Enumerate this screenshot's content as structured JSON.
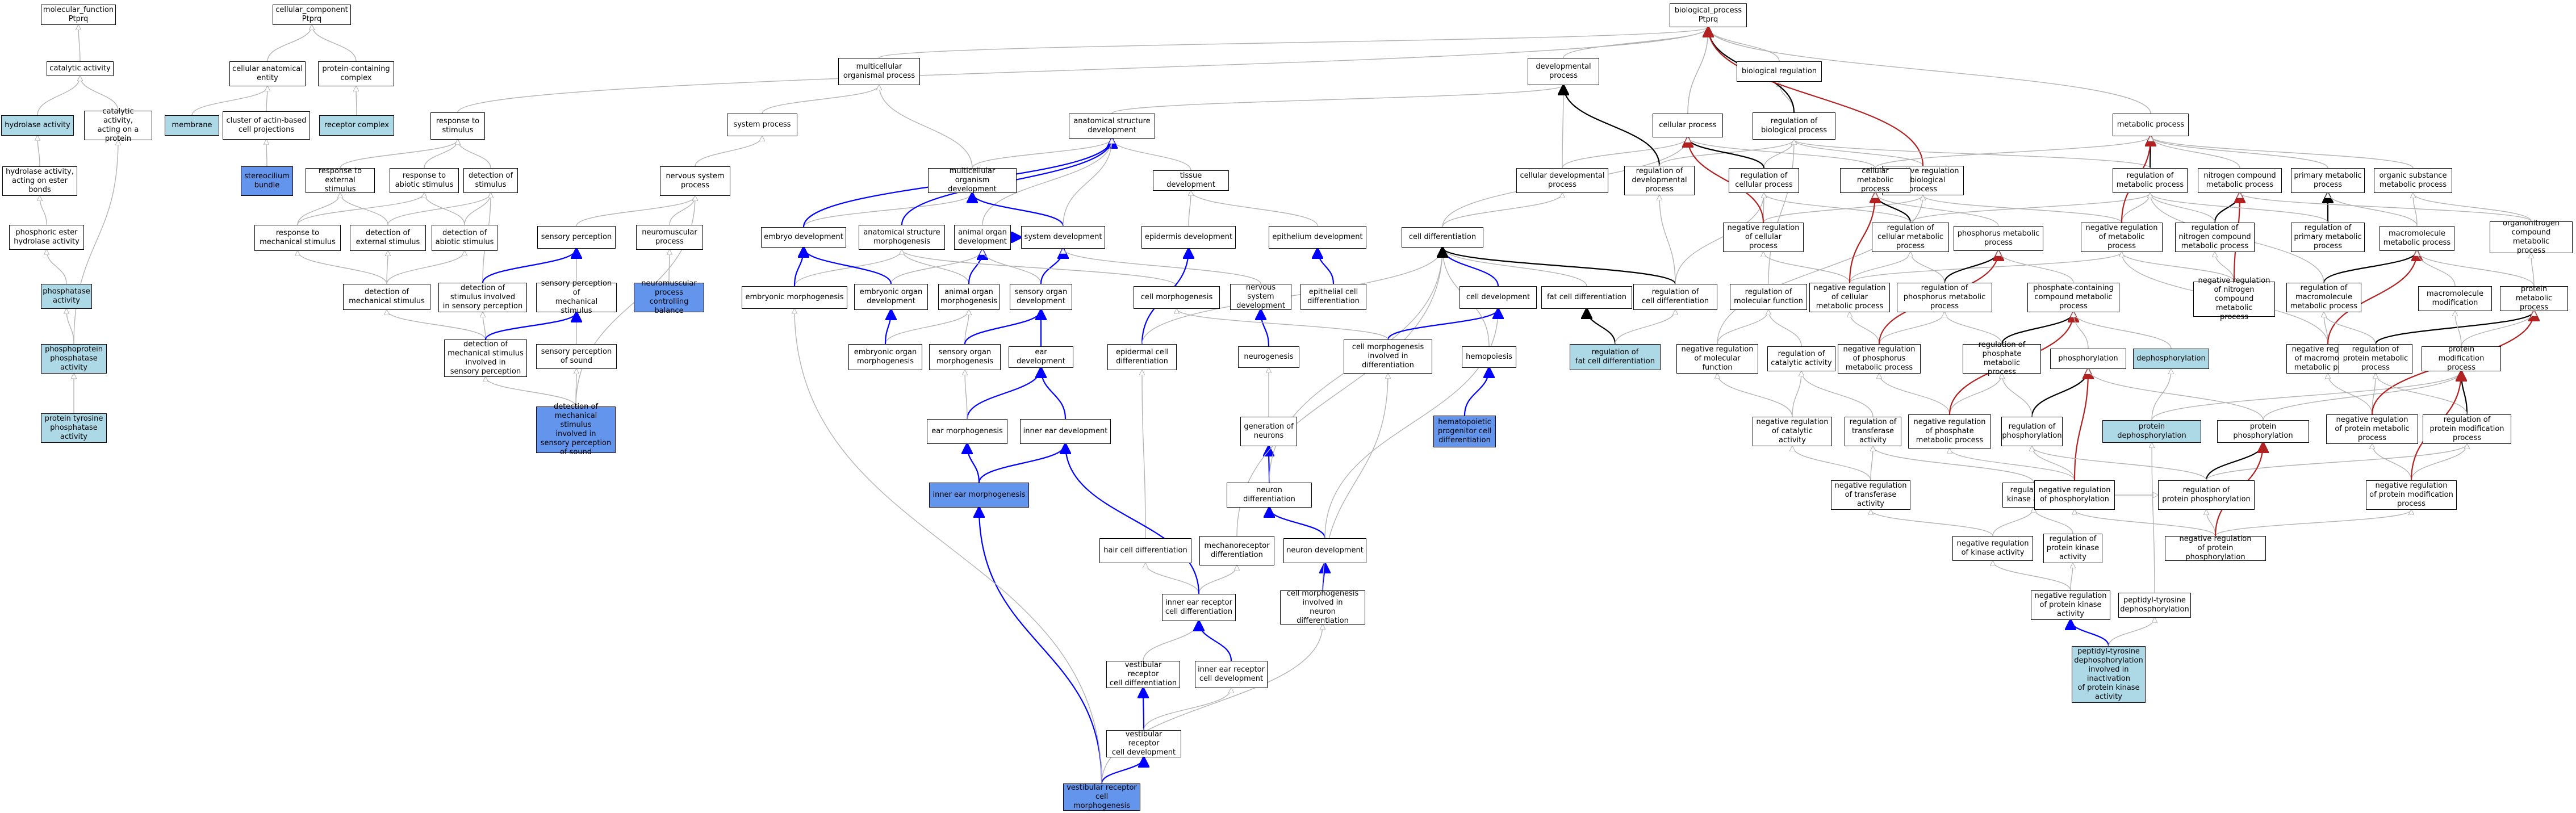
{
  "legend_colors": {
    "light": "#add8e6",
    "dark": "#6495ed",
    "grey": "#b3b3b3",
    "blue": "#0000ff",
    "black": "#000000",
    "red": "#b22222"
  },
  "nodes": {
    "mf": "molecular_function\nPtprq",
    "cat": "catalytic activity",
    "hyd": "hydrolase activity",
    "catprot": "catalytic activity,\nacting on a\nprotein",
    "hydest": "hydrolase activity,\nacting on ester\nbonds",
    "phoshyd": "phosphoric ester\nhydrolase activity",
    "phosph": "phosphatase\nactivity",
    "pprot": "phosphoprotein\nphosphatase\nactivity",
    "ptyr": "protein tyrosine\nphosphatase\nactivity",
    "cc": "cellular_component\nPtprq",
    "cae": "cellular anatomical\nentity",
    "pcc": "protein-containing\ncomplex",
    "mem": "membrane",
    "cab": "cluster of actin-based\ncell projections",
    "rc": "receptor complex",
    "ster": "stereocilium\nbundle",
    "bp": "biological_process\nPtprq",
    "bioreg": "biological regulation",
    "dev": "developmental\nprocess",
    "mop": "multicellular\norganismal process",
    "sysp": "system process",
    "rts": "response to\nstimulus",
    "cp": "cellular process",
    "rbp": "regulation of\nbiological process",
    "metp": "metabolic process",
    "ned": "nervous system\nprocess",
    "neuromus": "neuromuscular\nprocess",
    "nmb": "neuromuscular\nprocess controlling\nbalance",
    "sens": "sensory perception",
    "spm": "sensory perception of\nmechanical\nstimulus",
    "sps": "sensory perception\nof sound",
    "dmss": "detection of\nmechanical stimulus\ninvolved in\nsensory perception\nof sound",
    "rext": "response to\nexternal stimulus",
    "rabio": "response to\nabiotic stimulus",
    "dstim": "detection of\nstimulus",
    "rmech": "response to\nmechanical stimulus",
    "dext": "detection of\nexternal stimulus",
    "dabio": "detection of\nabiotic stimulus",
    "dmech": "detection of\nmechanical stimulus",
    "dsis": "detection of\nstimulus involved\nin sensory perception",
    "dmsis": "detection of\nmechanical stimulus\ninvolved in\nsensory perception",
    "asd": "anatomical structure\ndevelopment",
    "mod": "multicellular\norganism development",
    "tissue": "tissue development",
    "embryo": "embryo development",
    "asm": "anatomical structure\nmorphogenesis",
    "aod": "animal organ\ndevelopment",
    "sysdev": "system development",
    "epid": "epidermis development",
    "epith": "epithelium development",
    "embm": "embryonic morphogenesis",
    "eod": "embryonic organ\ndevelopment",
    "aom": "animal organ\nmorphogenesis",
    "sod": "sensory organ\ndevelopment",
    "cellmorph": "cell morphogenesis",
    "nsd": "nervous system\ndevelopment",
    "ecd": "epithelial cell\ndifferentiation",
    "eom": "embryonic organ\nmorphogenesis",
    "som": "sensory organ\nmorphogenesis",
    "eard": "ear development",
    "epcd": "epidermal cell\ndifferentiation",
    "neurog": "neurogenesis",
    "earm": "ear morphogenesis",
    "ied": "inner ear development",
    "genn": "generation of\nneurons",
    "iem": "inner ear morphogenesis",
    "nd": "neuron differentiation",
    "hcd": "hair cell differentiation",
    "mrd": "mechanoreceptor\ndifferentiation",
    "ndev": "neuron development",
    "ierc": "inner ear receptor\ncell differentiation",
    "cmnd": "cell morphogenesis\ninvolved in\nneuron differentiation",
    "vrcd": "vestibular receptor\ncell differentiation",
    "ierdev": "inner ear receptor\ncell development",
    "vrdev": "vestibular receptor\ncell development",
    "vrm": "vestibular receptor\ncell morphogenesis",
    "celldiff": "cell differentiation",
    "celldev": "cell development",
    "cmid": "cell morphogenesis\ninvolved in\ndifferentiation",
    "hemato": "hemopoiesis",
    "hpd": "hematopoietic\nprogenitor cell\ndifferentiation",
    "fcd": "fat cell differentiation",
    "rcd": "regulation of\ncell differentiation",
    "rfcd": "regulation of\nfat cell differentiation",
    "cdp": "cellular developmental\nprocess",
    "rdp": "regulation of\ndevelopmental\nprocess",
    "rcp": "regulation of\ncellular process",
    "nrcp": "negative regulation\nof cellular\nprocess",
    "nrbp": "negative regulation\nof biological\nprocess",
    "rmf": "regulation of\nmolecular function",
    "nrmf": "negative regulation\nof molecular\nfunction",
    "rca": "regulation of\ncatalytic activity",
    "nrca": "negative regulation\nof catalytic\nactivity",
    "rta": "regulation of\ntransferase\nactivity",
    "nrta": "negative regulation\nof transferase\nactivity",
    "rka": "regulation of\nkinase activity",
    "nrka": "negative regulation\nof kinase activity",
    "rpka": "regulation of\nprotein kinase\nactivity",
    "nrpka": "negative regulation\nof protein kinase\nactivity",
    "ptdi": "peptidyl-tyrosine\ndephosphorylation\ninvolved in\ninactivation\nof protein kinase\nactivity",
    "ptd": "peptidyl-tyrosine\ndephosphorylation",
    "cmp": "cellular metabolic\nprocess",
    "rcmp": "regulation of\ncellular metabolic\nprocess",
    "nrcmp": "negative regulation\nof cellular\nmetabolic process",
    "rmp": "regulation of\nmetabolic process",
    "nrmp": "negative regulation\nof metabolic\nprocess",
    "phmp": "phosphorus metabolic\nprocess",
    "rphmp": "regulation of\nphosphorus metabolic\nprocess",
    "nrphmp": "negative regulation\nof phosphorus\nmetabolic process",
    "pcmp": "phosphate-containing\ncompound metabolic\nprocess",
    "rpcmp": "regulation of\nphosphate metabolic\nprocess",
    "nrpcmp": "negative regulation\nof phosphate\nmetabolic process",
    "phos": "phosphorylation",
    "dephos": "dephosphorylation",
    "rphos": "regulation of\nphosphorylation",
    "nrphos": "negative regulation\nof phosphorylation",
    "pdeph": "protein dephosphorylation",
    "pphos": "protein phosphorylation",
    "rpphos": "regulation of\nprotein phosphorylation",
    "nrpphos": "negative regulation\nof protein phosphorylation",
    "ncmp": "nitrogen compound\nmetabolic process",
    "rncmp": "regulation of\nnitrogen compound\nmetabolic process",
    "nrncmp": "negative regulation\nof nitrogen\ncompound metabolic\nprocess",
    "pmp": "primary metabolic\nprocess",
    "rpmp": "regulation of\nprimary metabolic\nprocess",
    "osmp": "organic substance\nmetabolic process",
    "onmp": "organonitrogen\ncompound metabolic\nprocess",
    "mmp": "macromolecule\nmetabolic process",
    "rmmp": "regulation of\nmacromolecule\nmetabolic process",
    "nrmmp": "negative regulation\nof macromolecule\nmetabolic process",
    "mmod": "macromolecule\nmodification",
    "protmp": "protein metabolic\nprocess",
    "rprotmp": "regulation of\nprotein metabolic\nprocess",
    "nrprotmp": "negative regulation\nof protein metabolic\nprocess",
    "pmod": "protein modification\nprocess",
    "rpmod": "regulation of\nprotein modification\nprocess",
    "nrpmod": "negative regulation\nof protein modification\nprocess"
  }
}
